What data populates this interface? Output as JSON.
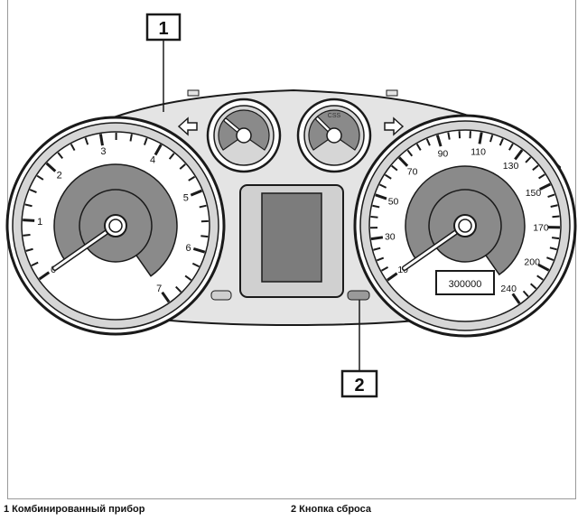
{
  "callouts": [
    {
      "number": "1"
    },
    {
      "number": "2"
    }
  ],
  "captions": [
    {
      "text": "1 Комбинированный прибор"
    },
    {
      "text": "2 Кнопка сброса"
    }
  ],
  "tachometer": {
    "scale_labels": [
      "0",
      "1",
      "2",
      "3",
      "4",
      "5",
      "6",
      "7"
    ],
    "needle_value": 0
  },
  "speedometer": {
    "scale_labels": [
      "10",
      "30",
      "50",
      "70",
      "90",
      "110",
      "130",
      "150",
      "170",
      "200",
      "240"
    ],
    "needle_value": 10
  },
  "odometer": {
    "value": "300000"
  },
  "small_gauges": [
    {
      "name": "fuel-gauge"
    },
    {
      "name": "temperature-gauge",
      "label": "CSS"
    }
  ],
  "colors": {
    "gauge_face": "#8a8a8a",
    "bezel": "#d6d6d6",
    "housing": "#e4e4e4",
    "screen": "#7c7c7c",
    "outline": "#1a1a1a"
  }
}
